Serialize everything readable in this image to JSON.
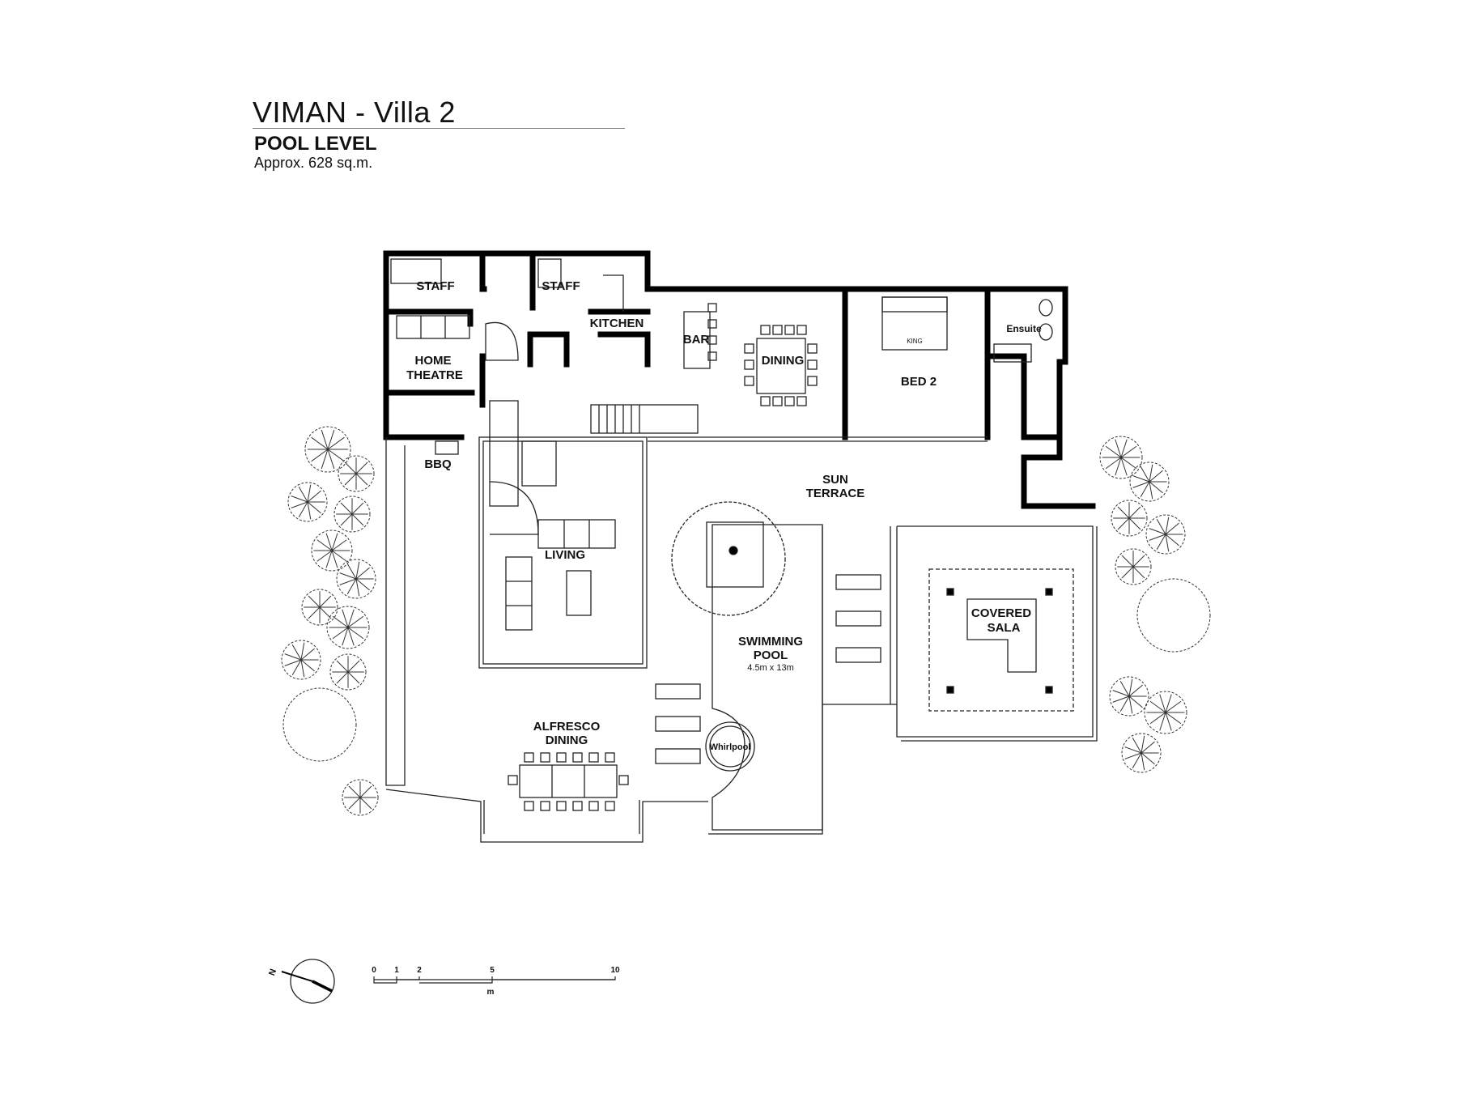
{
  "header": {
    "title": "VIMAN - Villa 2",
    "subtitle": "POOL LEVEL",
    "area": "Approx. 628 sq.m."
  },
  "rooms": {
    "staff_1": "STAFF",
    "staff_2": "STAFF",
    "kitchen": "KITCHEN",
    "home_theatre_1": "HOME",
    "home_theatre_2": "THEATRE",
    "bar": "BAR",
    "dining": "DINING",
    "bed2": "BED 2",
    "king": "KING",
    "ensuite": "Ensuite",
    "bbq": "BBQ",
    "sun_terrace_1": "SUN",
    "sun_terrace_2": "TERRACE",
    "living": "LIVING",
    "swimming_pool_1": "SWIMMING",
    "swimming_pool_2": "POOL",
    "pool_size": "4.5m x 13m",
    "covered_sala_1": "COVERED",
    "covered_sala_2": "SALA",
    "whirlpool": "Whirlpool",
    "alfresco_1": "ALFRESCO",
    "alfresco_2": "DINING"
  },
  "compass": {
    "north_label": "N"
  },
  "scale_bar": {
    "ticks": [
      "0",
      "1",
      "2",
      "5",
      "10"
    ],
    "unit": "m"
  },
  "colors": {
    "wall": "#000000",
    "line": "#222222"
  }
}
